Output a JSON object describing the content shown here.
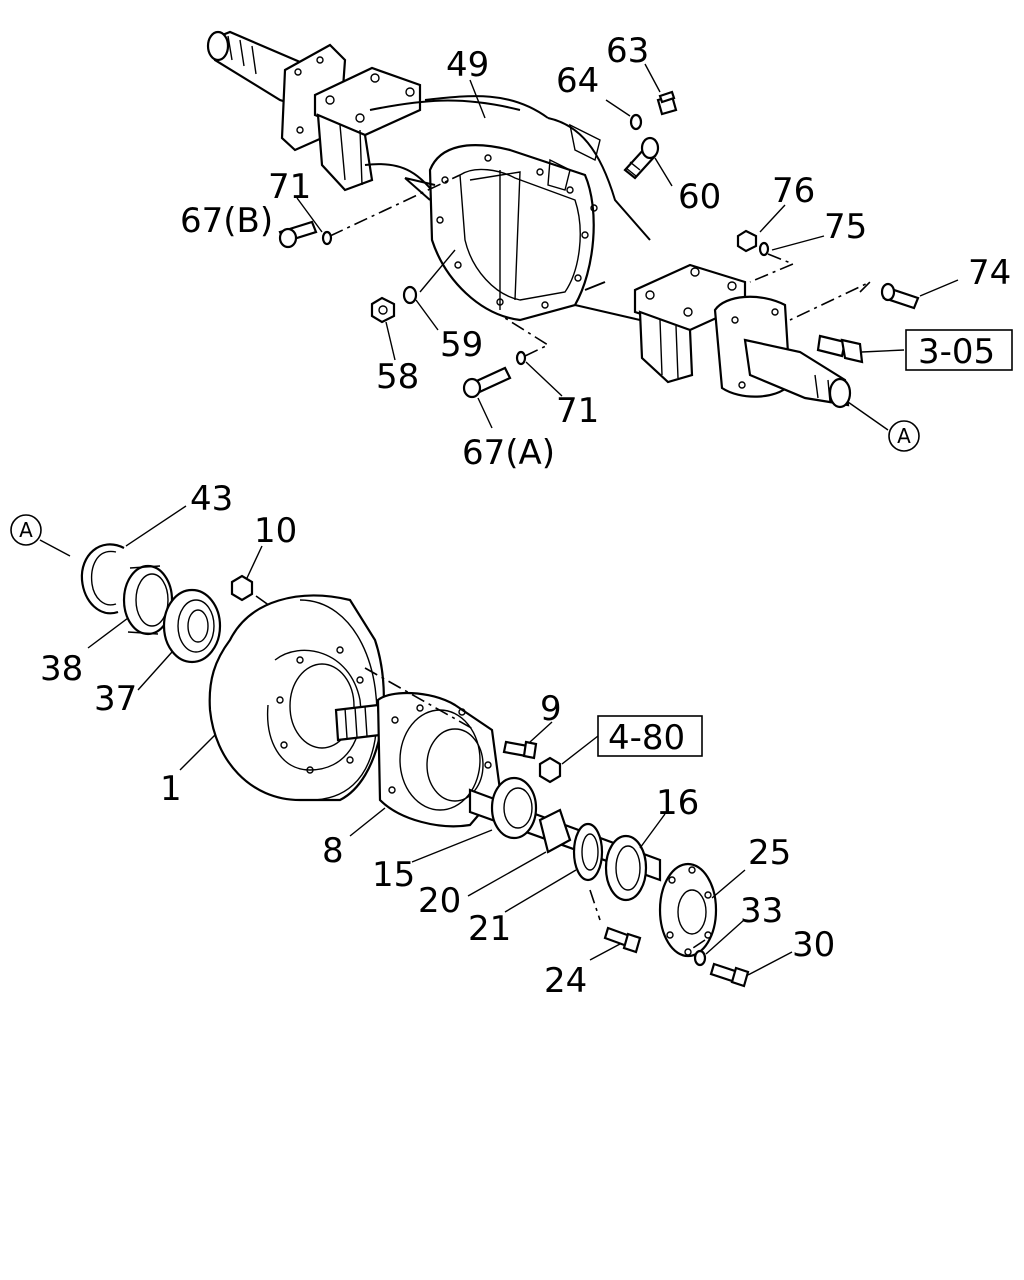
{
  "callouts": {
    "c49": "49",
    "c63": "63",
    "c64": "64",
    "c60": "60",
    "c71a": "71",
    "c67b": "67(B)",
    "c76": "76",
    "c75": "75",
    "c74": "74",
    "c58": "58",
    "c59": "59",
    "c71b": "71",
    "c67a": "67(A)",
    "c43": "43",
    "c10": "10",
    "c38": "38",
    "c37": "37",
    "c1": "1",
    "c9": "9",
    "c8": "8",
    "c16": "16",
    "c25": "25",
    "c15": "15",
    "c20": "20",
    "c21": "21",
    "c33": "33",
    "c30": "30",
    "c24": "24"
  },
  "references": {
    "ref_305": "3-05",
    "ref_480": "4-80"
  },
  "connectors": {
    "a_top": "A",
    "a_bottom": "A"
  }
}
